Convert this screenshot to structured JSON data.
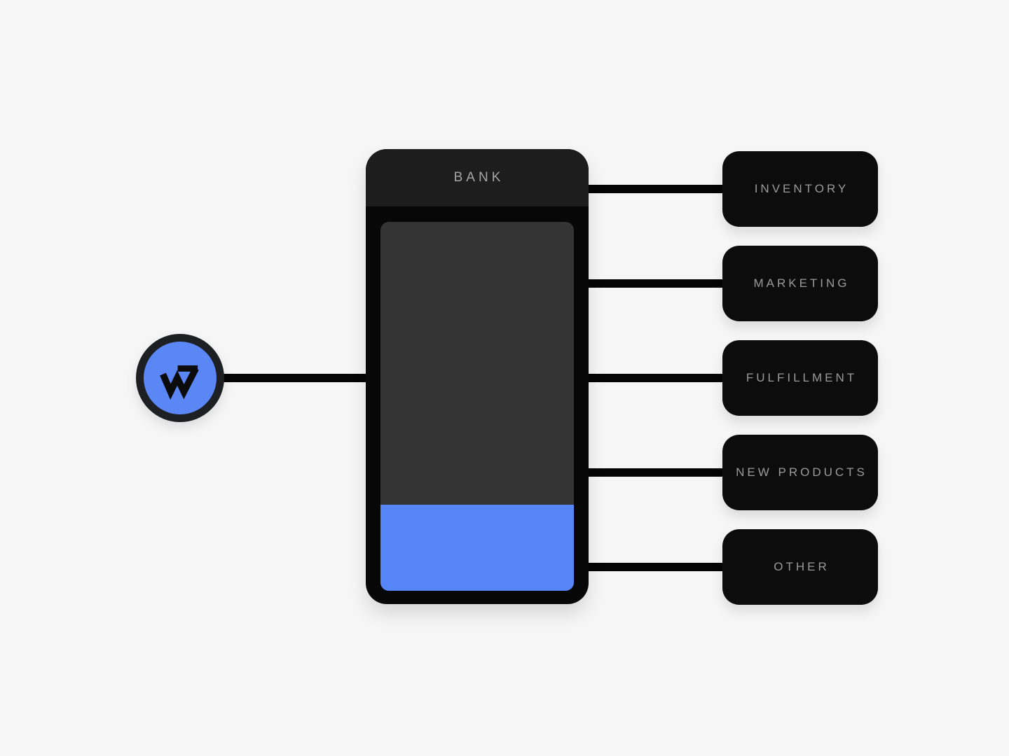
{
  "page": {
    "background_color": "#f6f6f6",
    "connector_color": "#050505"
  },
  "source": {
    "logo_letter": "w",
    "logo_icon": "whop-w-logo-icon",
    "circle_fill_color": "#5b87f6",
    "ring_color": "#1e1f23"
  },
  "card": {
    "title": "BANK",
    "frame_color": "#070707",
    "header_color": "#1d1d1e",
    "screen_color": "#343434",
    "balance_fill_color": "#5585f6"
  },
  "categories": [
    {
      "label": "INVENTORY"
    },
    {
      "label": "MARKETING"
    },
    {
      "label": "FULFILLMENT"
    },
    {
      "label": "NEW PRODUCTS"
    },
    {
      "label": "OTHER"
    }
  ]
}
